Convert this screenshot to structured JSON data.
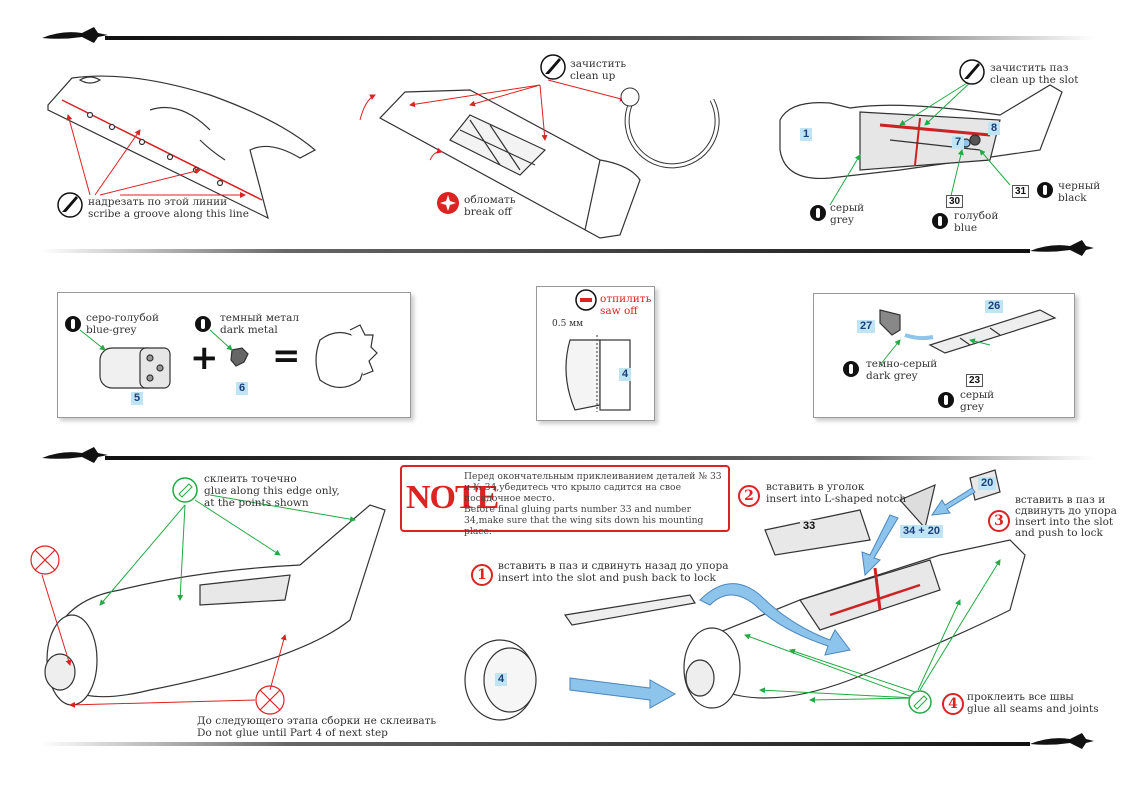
{
  "step1": {
    "scribe": {
      "ru": "надрезать по этой линии",
      "en": "scribe a groove along this line"
    },
    "cleanup": {
      "ru": "зачистить",
      "en": "clean up"
    },
    "breakoff": {
      "ru": "обломать",
      "en": "break off"
    },
    "cleanslot": {
      "ru": "зачистить паз",
      "en": "clean up the slot"
    },
    "grey": {
      "ru": "серый",
      "en": "grey"
    },
    "blue": {
      "ru": "голубой",
      "en": "blue"
    },
    "black": {
      "ru": "черный",
      "en": "black"
    },
    "parts": {
      "p1": "1",
      "p7": "7",
      "p8": "8",
      "p30": "30",
      "p31": "31"
    }
  },
  "step2": {
    "bluegrey": {
      "ru": "серо-голубой",
      "en": "blue-grey"
    },
    "darkmetal": {
      "ru": "темный метал",
      "en": "dark metal"
    },
    "plus": "+",
    "equals": "=",
    "parts": {
      "p5": "5",
      "p6": "6"
    },
    "sawoff": {
      "ru": "отпилить",
      "en": "saw off"
    },
    "dim": "0.5 мм",
    "p4": "4",
    "darkgrey": {
      "ru": "темно-серый",
      "en": "dark grey"
    },
    "grey": {
      "ru": "серый",
      "en": "grey"
    },
    "parts3": {
      "p26": "26",
      "p27": "27",
      "p23": "23"
    }
  },
  "step3": {
    "gluepoints": {
      "ru": "склеить точечно",
      "en1": "glue along this edge only,",
      "en2": "at the points shown"
    },
    "noglue": {
      "ru": "До следующего этапа сборки не склеивать",
      "en": "Do not glue until Part 4 of next step"
    },
    "note": {
      "word": "NOTE",
      "ru": "Перед окончательным приклеиванием деталей № 33 и № 34,убедитесь что крыло садится на свое посадочное место.",
      "en": "Before final gluing parts number 33 and number 34,make sure that the wing sits down his mounting place."
    },
    "s1": {
      "n": "1",
      "ru": "вставить в паз и сдвинуть назад до упора",
      "en": "insert into the slot and push back to lock"
    },
    "s2": {
      "n": "2",
      "ru": "вставить в уголок",
      "en": "insert into L-shaped notch"
    },
    "s3": {
      "n": "3",
      "ru1": "вставить в паз и",
      "ru2": "сдвинуть до упора",
      "en1": "insert into the slot",
      "en2": "and push to lock"
    },
    "s4": {
      "n": "4",
      "ru": "проклеить все швы",
      "en": "glue all seams and joints"
    },
    "parts": {
      "p33": "33",
      "p20": "20",
      "p3420": "34 + 20",
      "p4": "4"
    }
  },
  "colors": {
    "red": "#dd2222",
    "green": "#22aa44",
    "blue": "#8cc4ec",
    "partbg": "#bfe4f4"
  }
}
